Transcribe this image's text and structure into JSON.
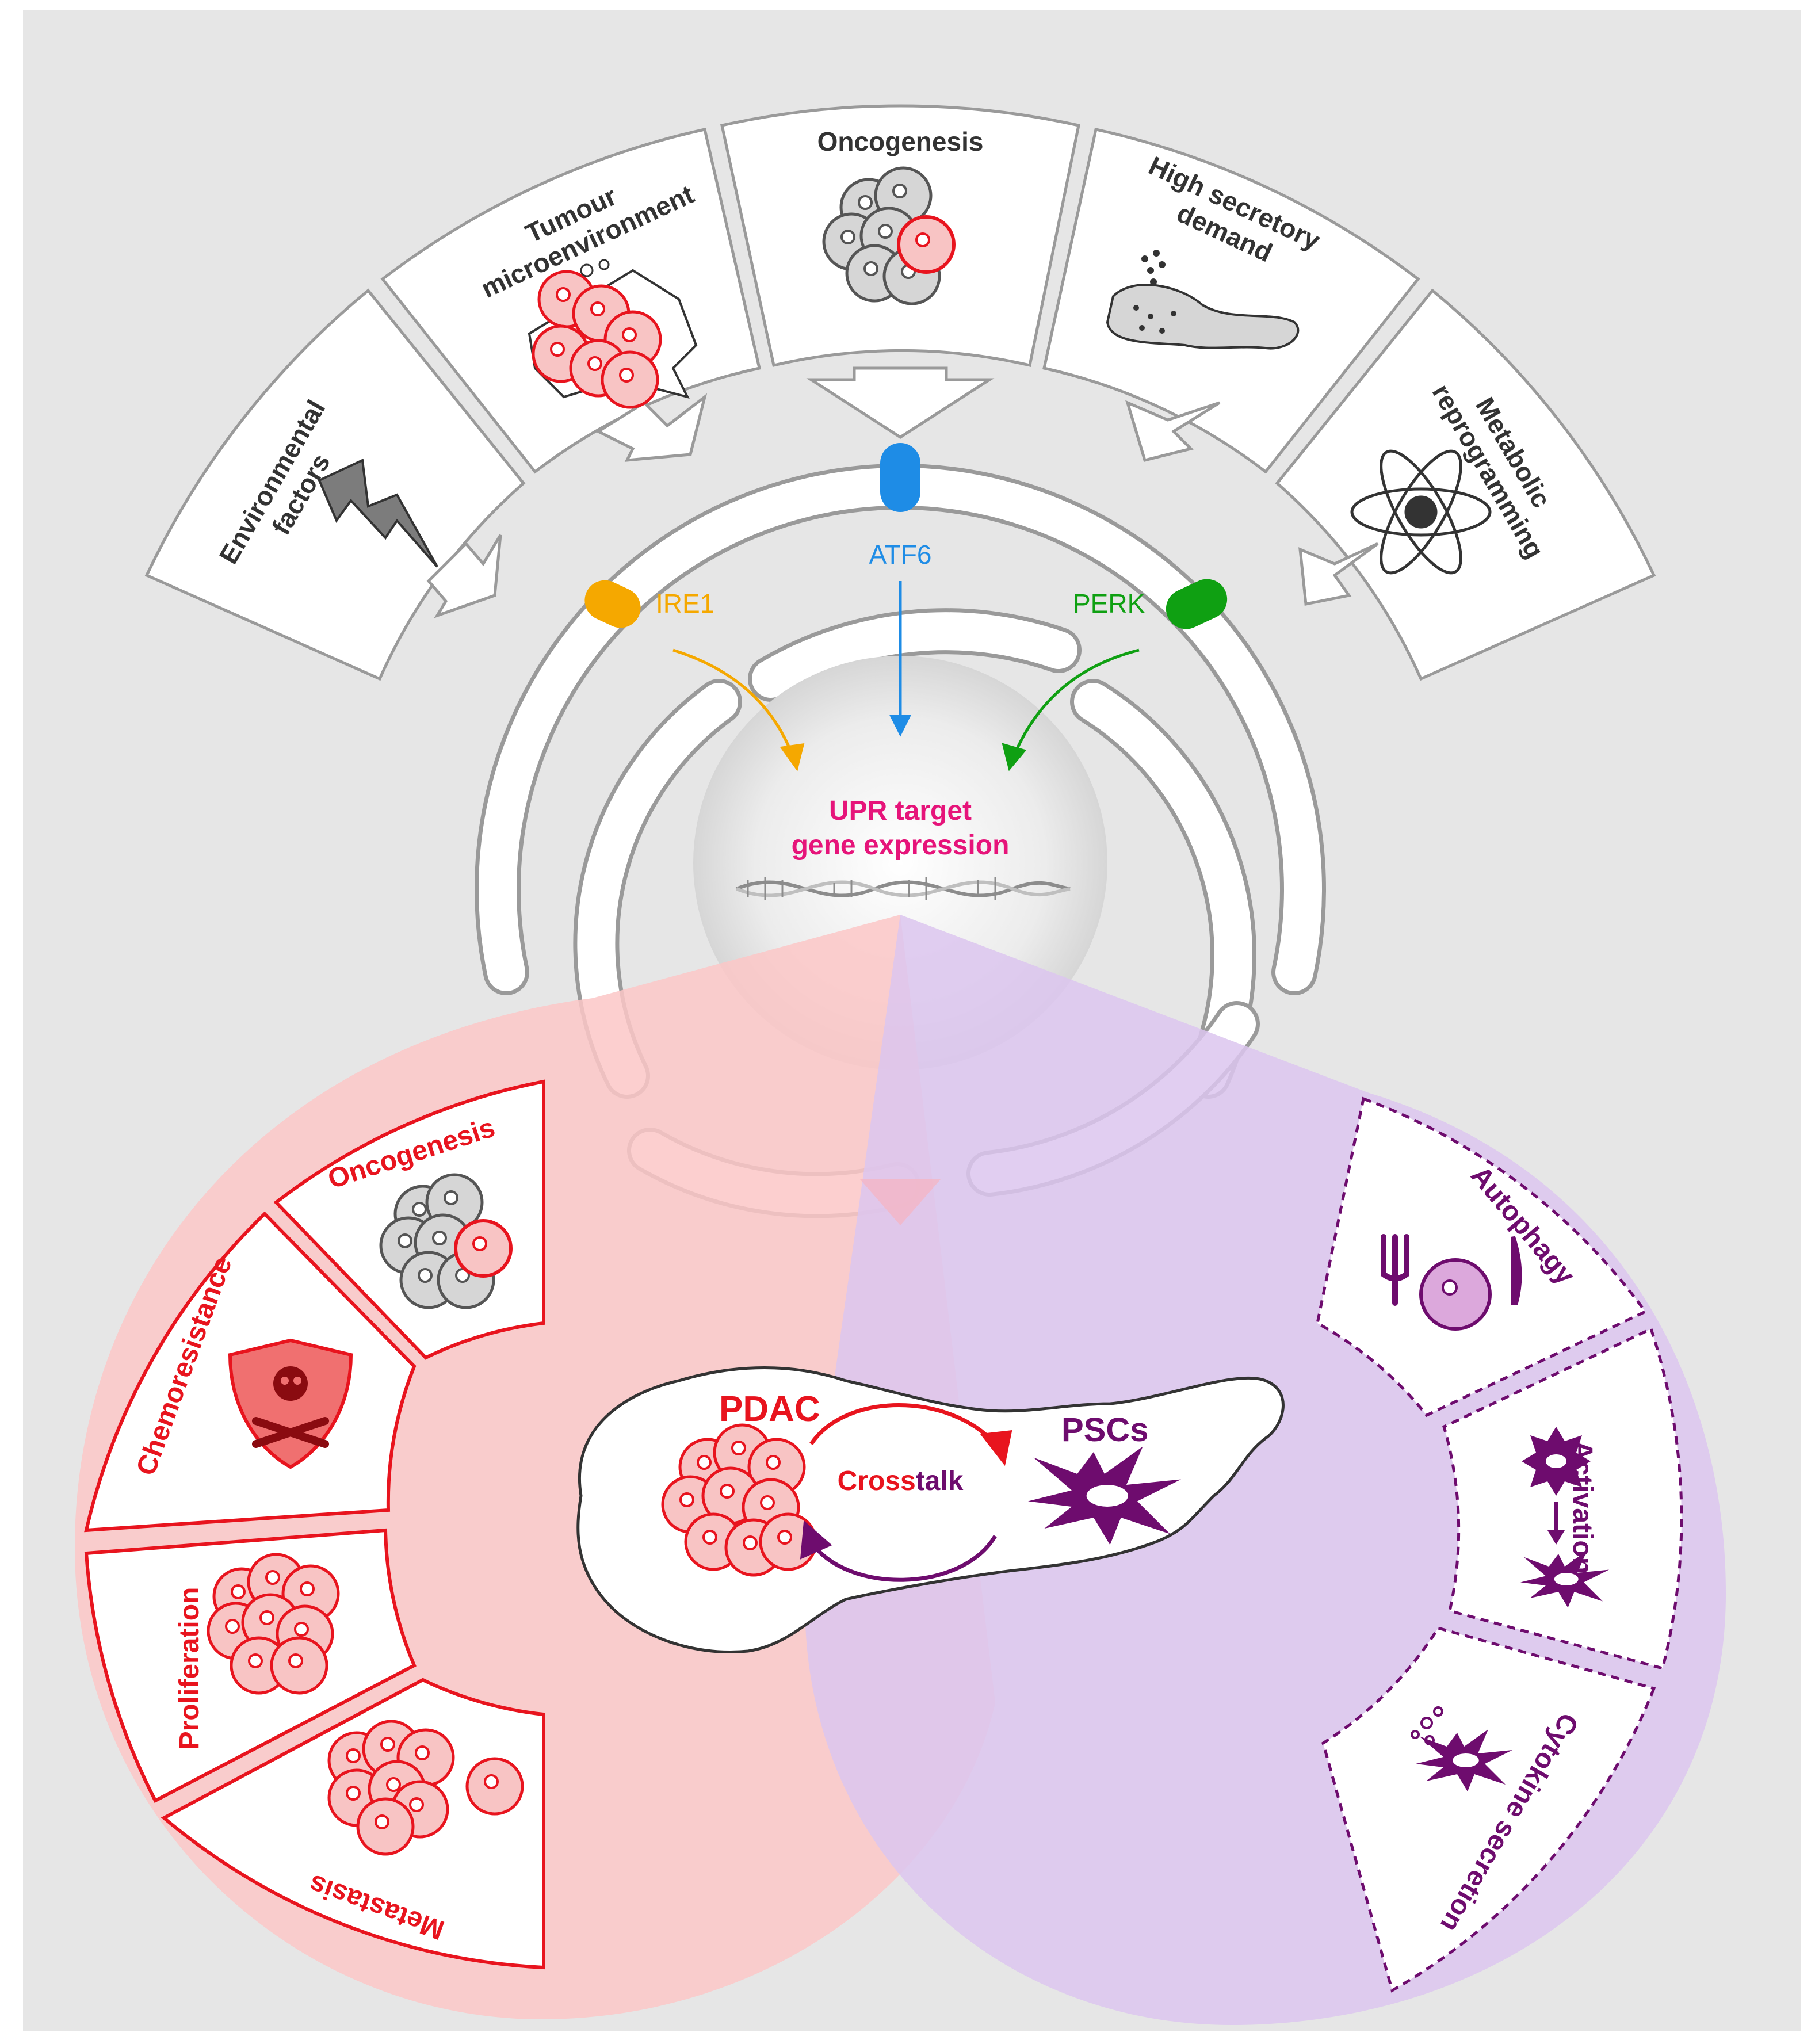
{
  "top_stressors": {
    "environmental": "Environmental\nfactors",
    "tumour": "Tumour\nmicroenvironment",
    "oncogenesis": "Oncogenesis",
    "secretory": "High secretory\ndemand",
    "metabolic": "Metabolic\nreprogramming"
  },
  "sensors": {
    "ire1": "IRE1",
    "atf6": "ATF6",
    "perk": "PERK"
  },
  "core": {
    "line1": "UPR target",
    "line2": "gene expression"
  },
  "pdac_outcomes": {
    "oncogenesis": "Oncogenesis",
    "chemoresistance": "Chemoresistance",
    "proliferation": "Proliferation",
    "metastasis": "Metastasis"
  },
  "psc_outcomes": {
    "autophagy": "Autophagy",
    "activation": "Activation",
    "cytokine": "Cytokine secretion"
  },
  "pancreas": {
    "pdac": "PDAC",
    "pscs": "PSCs",
    "cross_a": "Cross",
    "cross_b": "talk"
  },
  "colors": {
    "background": "#e6e6e6",
    "ire1": "#f5a800",
    "atf6": "#1e8ce6",
    "perk": "#0fa012",
    "upr_text": "#e6147a",
    "pdac_red": "#e8141e",
    "psc_purple": "#6e0c6e"
  }
}
